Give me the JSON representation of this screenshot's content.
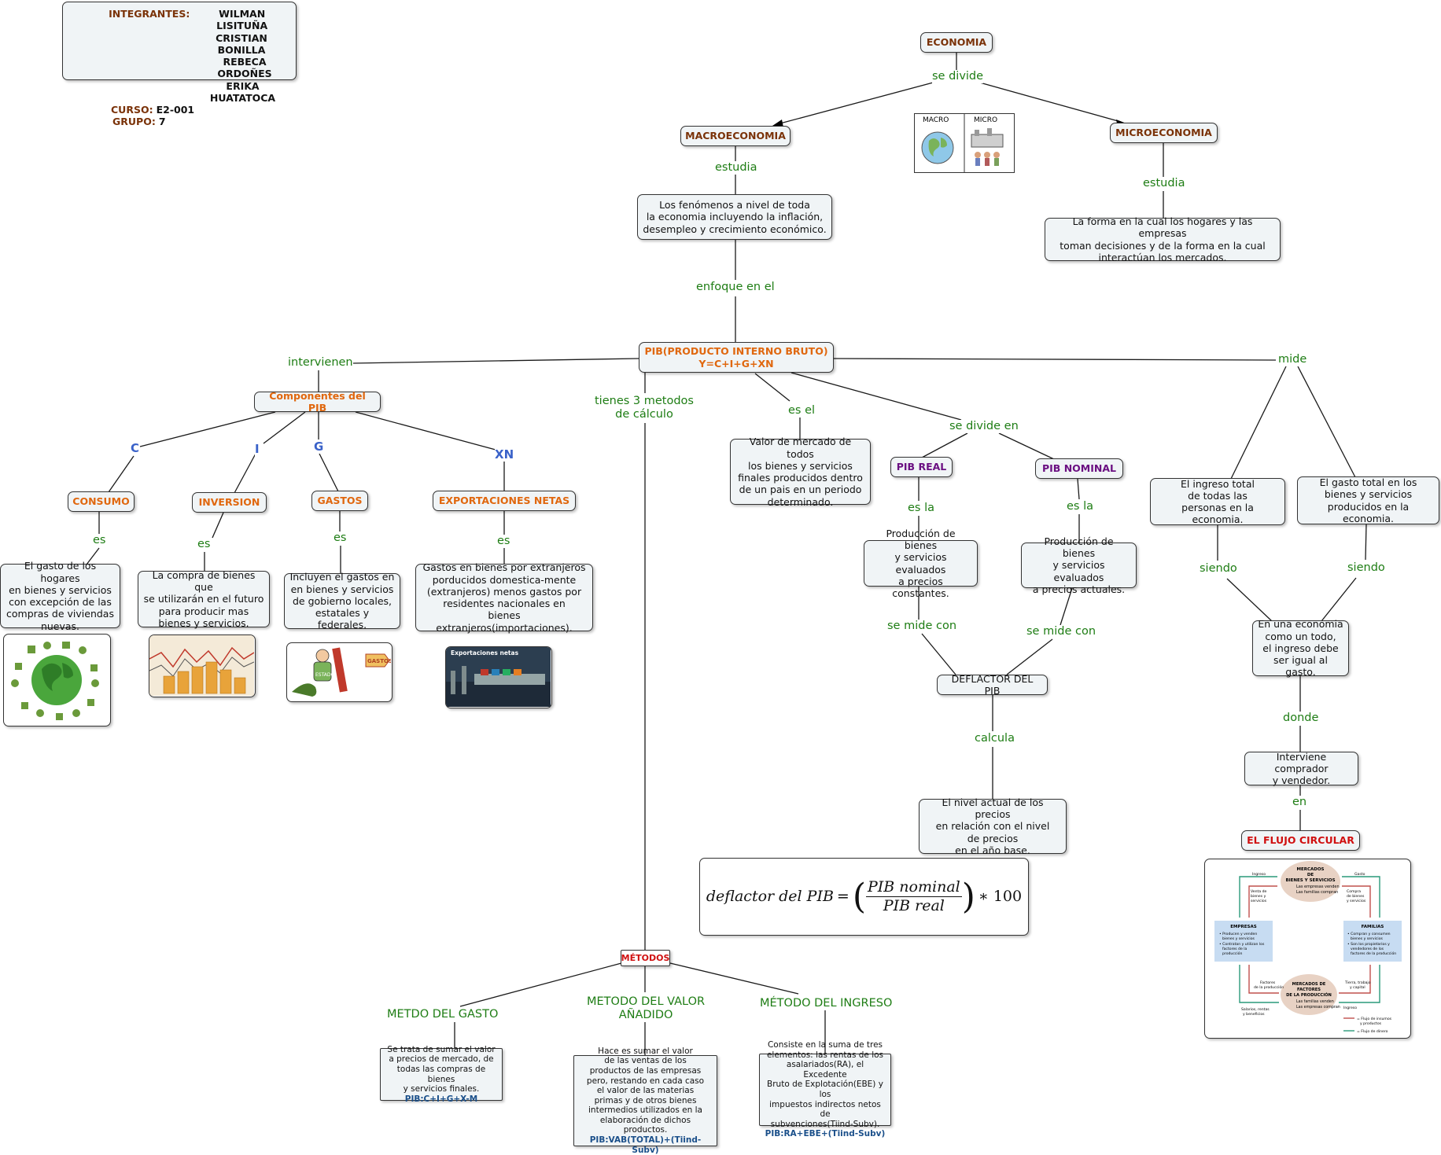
{
  "team": {
    "integrantes_label": "INTEGRANTES:",
    "members": [
      "WILMAN LISITUÑA",
      "CRISTIAN BONILLA",
      "REBECA ORDOÑES",
      "ERIKA HUATATOCA"
    ],
    "curso_label": "CURSO:",
    "curso": "E2-001",
    "grupo_label": "GRUPO:",
    "grupo": "7"
  },
  "economia": "ECONOMIA",
  "se_divide": "se divide",
  "macroeconomia": "MACROECONOMIA",
  "microeconomia": "MICROECONOMIA",
  "macro_micro_img": {
    "macro": "MACRO",
    "micro": "MICRO"
  },
  "estudia1": "estudia",
  "estudia2": "estudia",
  "macro_desc": "Los fenómenos a nivel de toda\nla economia incluyendo la inflación,\ndesempleo y crecimiento económico.",
  "micro_desc": "La forma en la cual los hogares y las empresas\ntoman decisiones y de la forma en la cual\ninteractúan los mercados.",
  "enfoque": "enfoque en el",
  "pib_title": "PIB(PRODUCTO INTERNO BRUTO)",
  "pib_formula": "Y=C+I+G+XN",
  "intervienen": "intervienen",
  "componentes": "Componentes del PIB",
  "letters": {
    "c": "C",
    "i": "I",
    "g": "G",
    "xn": "XN"
  },
  "consumo": "CONSUMO",
  "inversion": "INVERSION",
  "gastos": "GASTOS",
  "exportaciones": "EXPORTACIONES NETAS",
  "es": "es",
  "consumo_desc": "El gasto de los hogares\nen bienes y servicios\ncon excepción de las\ncompras de viviendas\nnuevas.",
  "inversion_desc": "La compra de bienes que\nse utilizarán en el futuro\npara producir mas\nbienes y servicios.",
  "gastos_desc": "Incluyen el gastos en\nen bienes y servicios\nde gobierno locales,\nestatales y federales.",
  "export_desc": "Gastos en bienes por extranjeros\nporducidos domestica-mente\n(extranjeros) menos gastos por\nresidentes nacionales en\nbienes extranjeros(importaciones).",
  "gasto_tag": "GASTOS",
  "estado_tag": "ESTADO",
  "export_img_title": "Exportaciones netas",
  "tienes3": "tienes 3 metodos\nde cálculo",
  "es_el": "es el",
  "pib_def": "Valor de mercado de todos\nlos bienes y servicios\nfinales producidos dentro\nde un pais en un periodo\ndeterminado.",
  "se_divide_en": "se divide en",
  "pib_real": "PIB REAL",
  "pib_nominal": "PIB NOMINAL",
  "es_la1": "es la",
  "es_la2": "es la",
  "real_desc": "Producción de bienes\ny servicios evaluados\na precios constantes.",
  "nominal_desc": "Producción de bienes\ny servicios evaluados\na precios actuales.",
  "se_mide_con1": "se mide con",
  "se_mide_con2": "se mide con",
  "deflactor": "DEFLACTOR DEL PIB",
  "calcula": "calcula",
  "deflactor_desc": "El nivel actual de los precios\nen relación con el nivel\nde precios\nen el año base.",
  "formula": {
    "lhs": "deflactor del PIB",
    "num": "PIB nominal",
    "den": "PIB real",
    "tail": "∗ 100"
  },
  "mide": "mide",
  "ingreso_total": "El ingreso total\nde todas las\npersonas en la economia.",
  "gasto_total": "El gasto total en los\nbienes y servicios\nproducidos en la economia.",
  "siendo1": "siendo",
  "siendo2": "siendo",
  "economia_todo": "En una economia\ncomo un todo,\nel ingreso debe\nser igual al gasto.",
  "donde": "donde",
  "comprador": "Interviene comprador\ny vendedor.",
  "en": "en",
  "flujo": "EL FLUJO CIRCULAR",
  "flujo_img": {
    "mercados_bienes": "MERCADOS\nDE\nBIENES Y SERVICIOS",
    "mb_items": [
      "Las empresas venden",
      "Las familias compran"
    ],
    "empresas": "EMPRESAS",
    "emp_items": [
      "Producen y venden bienes y servicios",
      "Contratan y utilizan los factores de la producción"
    ],
    "familias": "FAMILIAS",
    "fam_items": [
      "Compran y consumen bienes y servicios",
      "Son los propietarios y vendedores de los factores de la producción"
    ],
    "mercados_factores": "MERCADOS DE\nFACTORES\nDE LA PRODUCCIÓN",
    "mf_items": [
      "Las familias venden",
      "Las empresas compran"
    ],
    "ingreso_top": "Ingreso",
    "gasto_top": "Gasto",
    "venta": "Venta de\nbienes y\nservicios",
    "compra": "Compra\nde bienes\ny servicios",
    "factores": "Factores\nde la producción",
    "tierra": "Tierra, trabajo\ny capital",
    "salarios": "Salarios, rentas\ny beneficios",
    "ingreso_bottom": "Ingreso",
    "legend1": "= Flujo de insumos\ny productos",
    "legend2": "= Flujo de dinero"
  },
  "metodos": "MÉTODOS",
  "m_gasto": "METDO DEL GASTO",
  "m_valor": "METODO DEL VALOR\nAÑADIDO",
  "m_ingreso": "MÉTODO DEL INGRESO",
  "gasto_desc": "Se trata de sumar el valor\na precios de mercado, de\ntodas las compras de bienes\ny servicios finales.",
  "gasto_formula": "PIB:C+I+G+X-M",
  "valor_desc": "Hace es sumar el valor\nde las ventas de los\nproductos de las empresas\npero, restando en cada caso\nel valor de las materias\nprimas y de otros bienes\nintermedios utilizados en la\nelaboración de dichos productos.",
  "valor_formula": "PIB:VAB(TOTAL)+(Tiind-Subv)",
  "ingreso_desc": "Consiste en la suma de tres\nelementos: las rentas de los\nasalariados(RA), el Excedente\nBruto de Explotación(EBE) y los\nimpuestos indirectos netos de\nsubvenciones(Tiind-Subv).",
  "ingreso_formula": "PIB:RA+EBE+(Tiind-Subv)",
  "colors": {
    "connector": "#1e7d14",
    "brown": "#7a3208",
    "orange": "#e0670e",
    "purple": "#6b1082",
    "red": "#d01010",
    "node_bg": "#f0f4f6"
  }
}
